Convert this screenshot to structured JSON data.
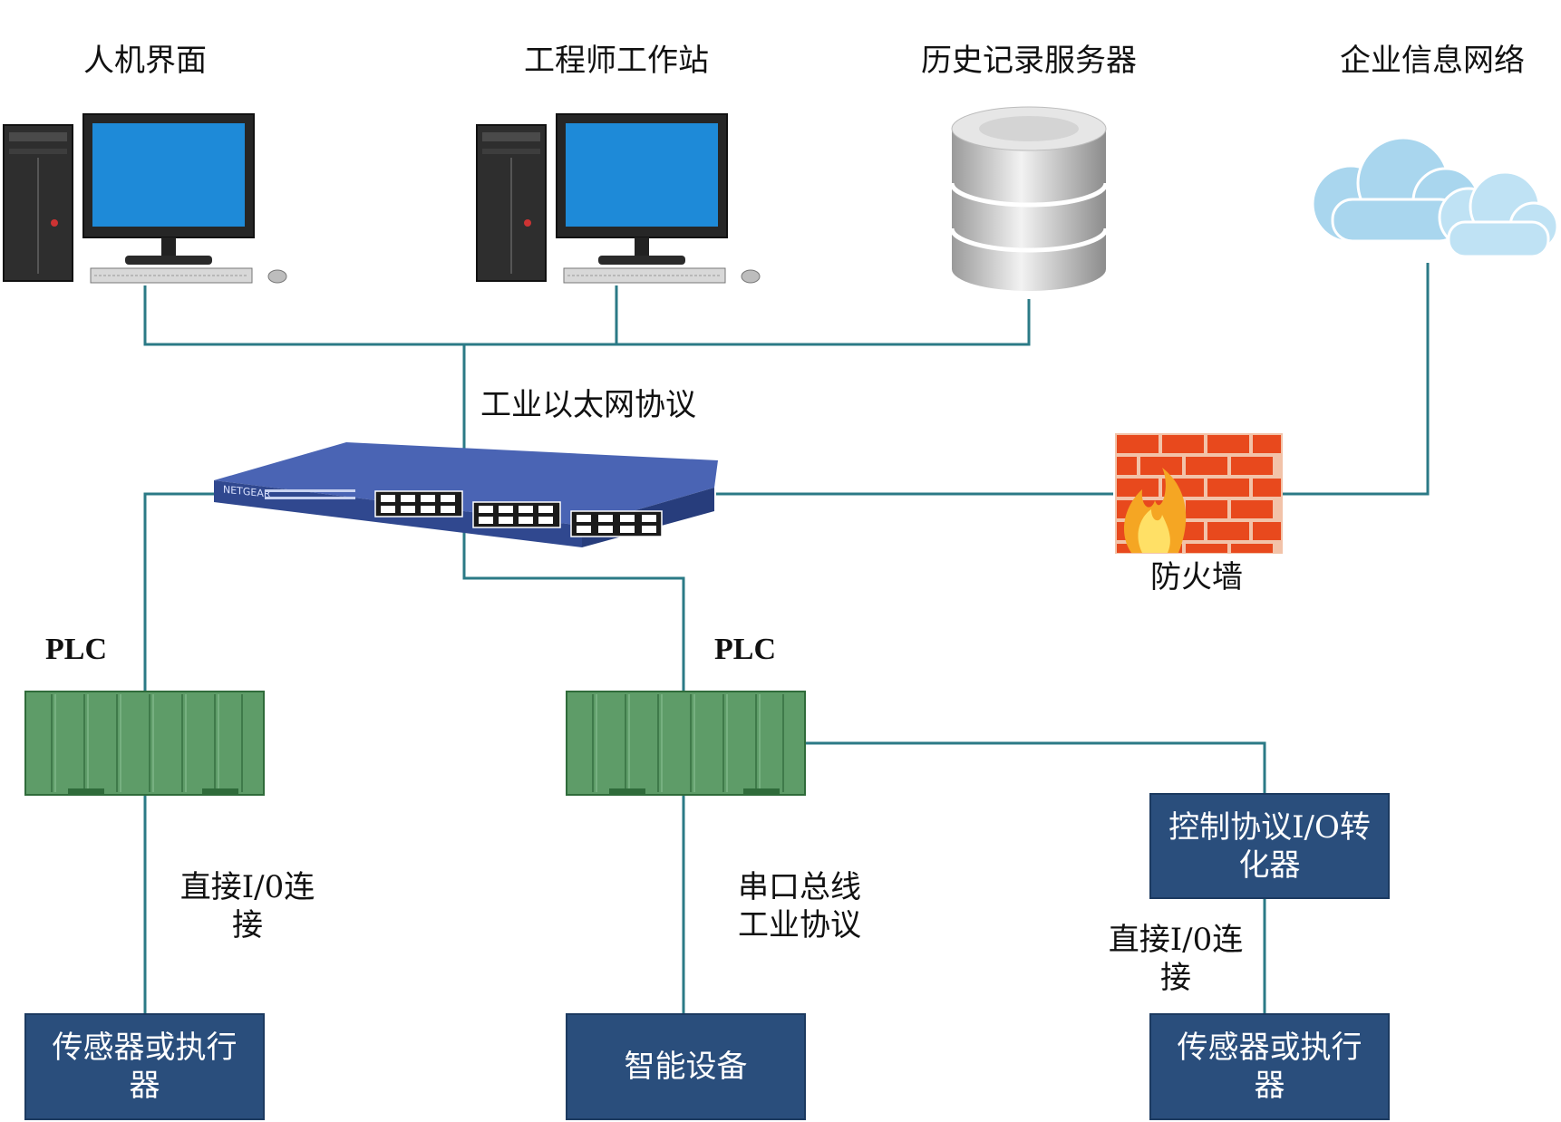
{
  "top_nodes": {
    "hmi": "人机界面",
    "engineer_station": "工程师工作站",
    "historian": "历史记录服务器",
    "enterprise_network": "企业信息网络"
  },
  "switch": {
    "protocol_label": "工业以太网协议",
    "brand": "NETGEAR"
  },
  "firewall": {
    "label": "防火墙"
  },
  "plc_left": {
    "label": "PLC",
    "link_label_line1": "直接I/0连",
    "link_label_line2": "接"
  },
  "plc_mid": {
    "label": "PLC",
    "link_label_line1": "串口总线",
    "link_label_line2": "工业协议"
  },
  "converter": {
    "line1": "控制协议I/O转",
    "line2": "化器",
    "link_label_line1": "直接I/0连",
    "link_label_line2": "接"
  },
  "bottom_boxes": {
    "left_line1": "传感器或执行",
    "left_line2": "器",
    "mid": "智能设备",
    "right_line1": "传感器或执行",
    "right_line2": "器"
  },
  "colors": {
    "wire": "#2b7a86",
    "box_fill": "#2a4e7c",
    "plc_green": "#5e9c68",
    "switch_blue": "#3a54a0",
    "brick_red": "#e8491d",
    "cloud_blue": "#a9d6ee",
    "monitor_blue": "#1e8ad8"
  }
}
